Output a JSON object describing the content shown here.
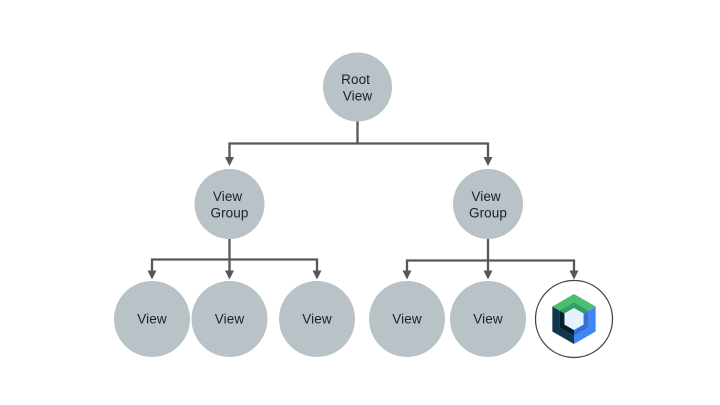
{
  "diagram": {
    "name": "view-hierarchy-tree",
    "background": "#ffffff"
  },
  "palette": {
    "node_fill": "#b8c2c7",
    "connector": "#53585c",
    "label_color": "#1d2023",
    "compose_circle_fill": "#ffffff",
    "compose_circle_stroke": "#43484b",
    "logo": {
      "green_outer": "#4cbe70",
      "green_inner": "#2ea264",
      "blue_outer": "#4285f4",
      "blue_inner": "#336fdd",
      "navy_outer": "#11374d",
      "navy_inner": "#061f2e",
      "core": "#e6f2fa"
    }
  },
  "nodes": [
    {
      "id": "root-view",
      "line1": "Root",
      "line2": "View"
    },
    {
      "id": "view-group-left",
      "line1": "View",
      "line2": "Group"
    },
    {
      "id": "view-group-right",
      "line1": "View",
      "line2": "Group"
    },
    {
      "id": "view-left-1",
      "line1": "View"
    },
    {
      "id": "view-left-2",
      "line1": "View"
    },
    {
      "id": "view-left-3",
      "line1": "View"
    },
    {
      "id": "view-right-1",
      "line1": "View"
    },
    {
      "id": "view-right-2",
      "line1": "View"
    },
    {
      "id": "compose-node",
      "icon": "jetpack-compose-logo"
    }
  ]
}
